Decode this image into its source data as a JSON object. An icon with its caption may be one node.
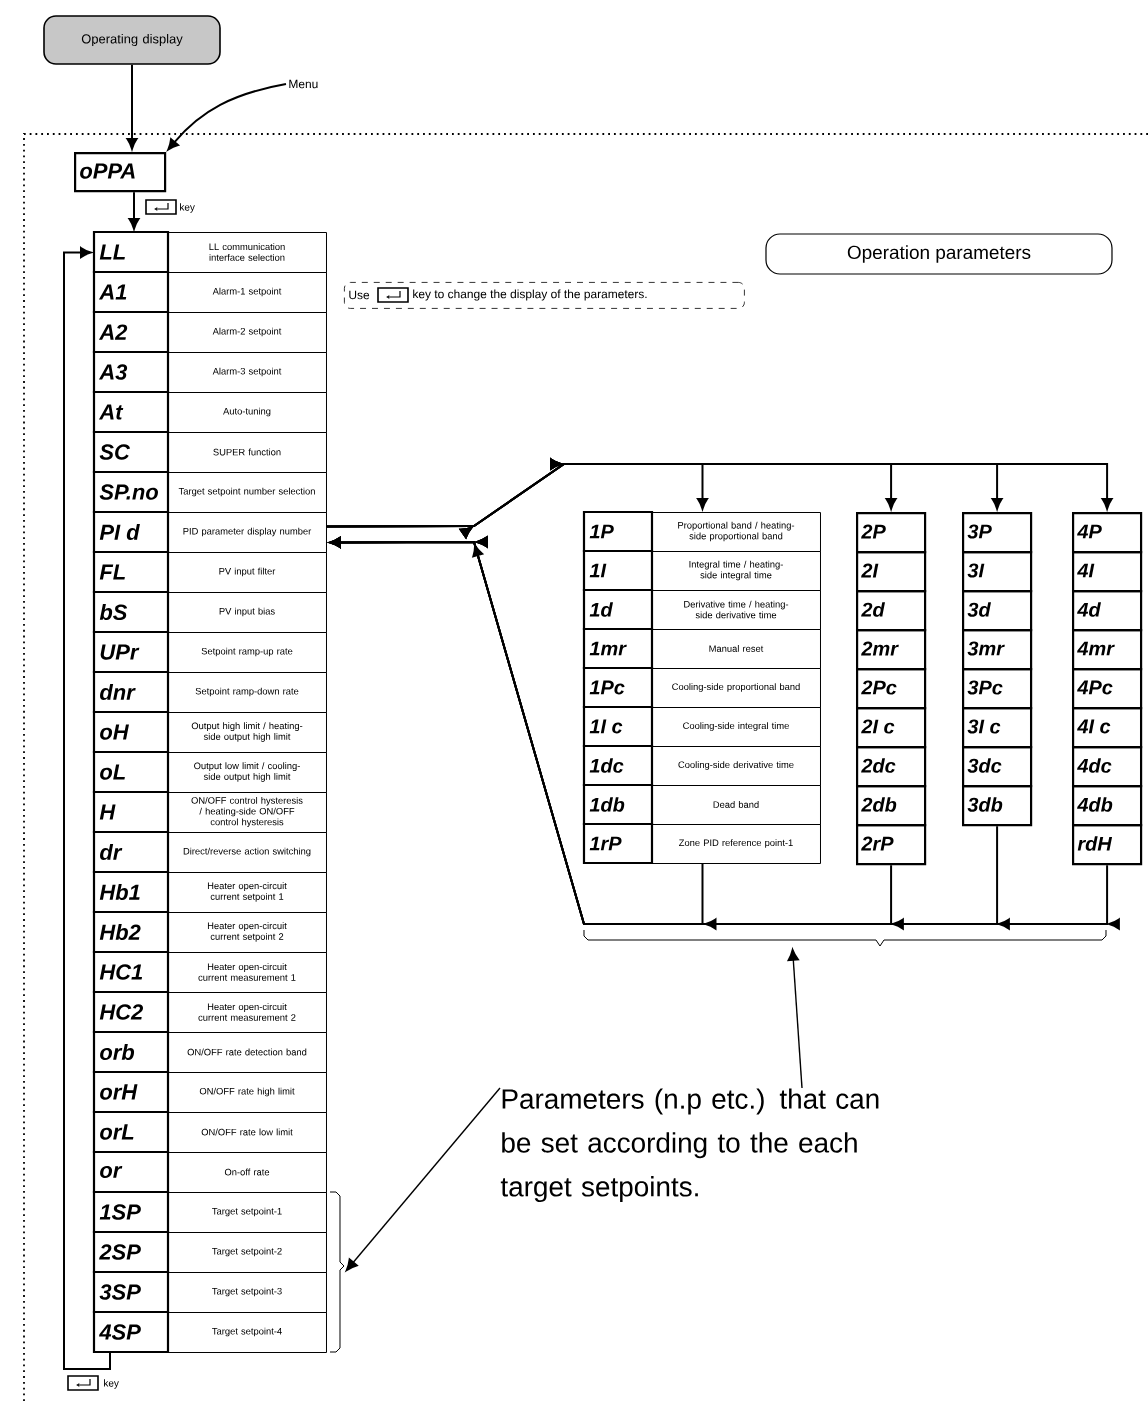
{
  "diagram": {
    "nodes": [
      {
        "text": [
          "Operating display"
        ]
      },
      {
        "text": [
          "oPPA"
        ]
      },
      {
        "text": [
          "LL",
          "LL communication interface selection"
        ]
      },
      {
        "text": [
          "A1",
          "Alarm-1 setpoint"
        ]
      },
      {
        "text": [
          "A2",
          "Alarm-2 setpoint"
        ]
      },
      {
        "text": [
          "A3",
          "Alarm-3 setpoint"
        ]
      },
      {
        "text": [
          "At",
          "Auto-tuning"
        ]
      },
      {
        "text": [
          "SC",
          "SUPER function"
        ]
      },
      {
        "text": [
          "SP.no",
          "Target setpoint number selection"
        ]
      },
      {
        "text": [
          "PI d",
          "PID parameter display number"
        ]
      },
      {
        "text": [
          "FL",
          "PV input filter"
        ]
      },
      {
        "text": [
          "bS",
          "PV input bias"
        ]
      },
      {
        "text": [
          "UPr",
          "Setpoint ramp-up rate"
        ]
      },
      {
        "text": [
          "dnr",
          "Setpoint ramp-down rate"
        ]
      },
      {
        "text": [
          "oH",
          "Output high limit / heating-side output high limit"
        ]
      },
      {
        "text": [
          "oL",
          "Output low limit / cooling-side output high limit"
        ]
      },
      {
        "text": [
          "H",
          "ON/OFF control hysteresis / heating-side ON/OFF control hysteresis"
        ]
      },
      {
        "text": [
          "dr",
          "Direct/reverse action switching"
        ]
      },
      {
        "text": [
          "Hb1",
          "Heater open-circuit current setpoint 1"
        ]
      },
      {
        "text": [
          "Hb2",
          "Heater open-circuit current setpoint 2"
        ]
      },
      {
        "text": [
          "HC1",
          "Heater open-circuit current measurement 1"
        ]
      },
      {
        "text": [
          "HC2",
          "Heater open-circuit current measurement 2"
        ]
      },
      {
        "text": [
          "orb",
          "ON/OFF rate detection band"
        ]
      },
      {
        "text": [
          "orH",
          "ON/OFF rate high limit"
        ]
      },
      {
        "text": [
          "orL",
          "ON/OFF rate low limit"
        ]
      },
      {
        "text": [
          "or",
          "On-off rate"
        ]
      },
      {
        "text": [
          "1SP",
          "Target setpoint-1"
        ]
      },
      {
        "text": [
          "2SP",
          "Target setpoint-2"
        ]
      },
      {
        "text": [
          "3SP",
          "Target setpoint-3"
        ]
      },
      {
        "text": [
          "4SP",
          "Target setpoint-4"
        ]
      },
      {
        "text": [
          "1P",
          "Proportional band / heating-side proportional band"
        ]
      },
      {
        "text": [
          "1I",
          "Integral time / heating-side integral time"
        ]
      },
      {
        "text": [
          "1d",
          "Derivative time / heating-side derivative time"
        ]
      },
      {
        "text": [
          "1mr",
          "Manual reset"
        ]
      },
      {
        "text": [
          "1Pc",
          "Cooling-side proportional band"
        ]
      },
      {
        "text": [
          "1I c",
          "Cooling-side integral time"
        ]
      },
      {
        "text": [
          "1dc",
          "Cooling-side derivative time"
        ]
      },
      {
        "text": [
          "1db",
          "Dead band"
        ]
      },
      {
        "text": [
          "1rP",
          "Zone PID reference point-1"
        ]
      },
      {
        "text": [
          "2P"
        ]
      },
      {
        "text": [
          "2I"
        ]
      },
      {
        "text": [
          "2d"
        ]
      },
      {
        "text": [
          "2mr"
        ]
      },
      {
        "text": [
          "2Pc"
        ]
      },
      {
        "text": [
          "2I c"
        ]
      },
      {
        "text": [
          "2dc"
        ]
      },
      {
        "text": [
          "2db"
        ]
      },
      {
        "text": [
          "2rP"
        ]
      },
      {
        "text": [
          "3P"
        ]
      },
      {
        "text": [
          "3I"
        ]
      },
      {
        "text": [
          "3d"
        ]
      },
      {
        "text": [
          "3mr"
        ]
      },
      {
        "text": [
          "3Pc"
        ]
      },
      {
        "text": [
          "3I c"
        ]
      },
      {
        "text": [
          "3dc"
        ]
      },
      {
        "text": [
          "3db"
        ]
      },
      {
        "text": [
          "4P"
        ]
      },
      {
        "text": [
          "4I"
        ]
      },
      {
        "text": [
          "4d"
        ]
      },
      {
        "text": [
          "4mr"
        ]
      },
      {
        "text": [
          "4Pc"
        ]
      },
      {
        "text": [
          "4I c"
        ]
      },
      {
        "text": [
          "4dc"
        ]
      },
      {
        "text": [
          "4db"
        ]
      },
      {
        "text": [
          "rdH"
        ]
      },
      {
        "text": [
          "Operation parameters"
        ]
      },
      {
        "text": [
          "Use",
          "key to change the display of the parameters."
        ]
      },
      {
        "text": [
          "Menu"
        ]
      },
      {
        "text": [
          "Parameters (n.p etc.) that can be set according to the each target setpoints."
        ]
      },
      {
        "text": [],
        "shape": "bracket"
      },
      {
        "text": [],
        "shape": "bracket"
      }
    ],
    "edges": [
      {
        "from": 0,
        "to": 1,
        "arrow": "to"
      },
      {
        "from": 67,
        "to": 1,
        "arrow": "to"
      },
      {
        "from": 1,
        "to": 2,
        "arrow": "to",
        "label": "key"
      },
      {
        "from": 29,
        "to": 2,
        "arrow": "to",
        "label": "key"
      },
      {
        "from": 9,
        "to": 30,
        "arrow": "to"
      },
      {
        "from": 9,
        "to": 39,
        "arrow": "to"
      },
      {
        "from": 9,
        "to": 48,
        "arrow": "to"
      },
      {
        "from": 9,
        "to": 56,
        "arrow": "to"
      },
      {
        "from": 38,
        "to": 9,
        "arrow": "to"
      },
      {
        "from": 47,
        "to": 9,
        "arrow": "to"
      },
      {
        "from": 55,
        "to": 9,
        "arrow": "to"
      },
      {
        "from": 64,
        "to": 9,
        "arrow": "to"
      },
      {
        "from": 68,
        "to": 69,
        "arrow": "to"
      },
      {
        "from": 68,
        "to": 70,
        "arrow": "to"
      }
    ]
  }
}
